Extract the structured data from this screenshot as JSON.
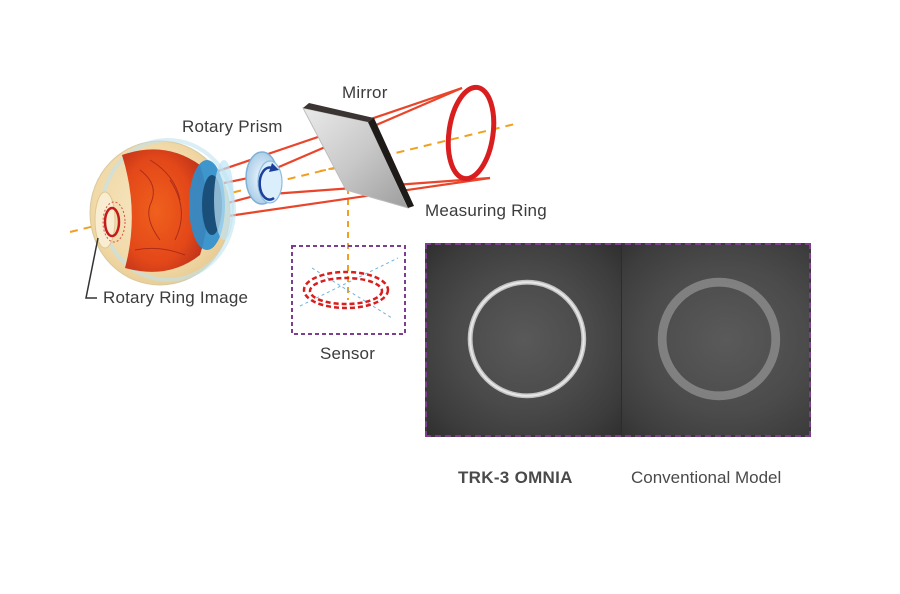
{
  "labels": {
    "mirror": "Mirror",
    "rotary_prism": "Rotary Prism",
    "measuring_ring": "Measuring Ring",
    "rotary_ring_image": "Rotary Ring Image",
    "sensor": "Sensor"
  },
  "captions": {
    "omnia": "TRK-3 OMNIA",
    "conventional": "Conventional Model"
  },
  "colors": {
    "beam": "#e8452a",
    "ring": "#d81e1e",
    "axis": "#f0a020",
    "sensor_box": "#7c3e8f",
    "eye_iris": "#2a8fd0",
    "retina": "#e8501e"
  }
}
